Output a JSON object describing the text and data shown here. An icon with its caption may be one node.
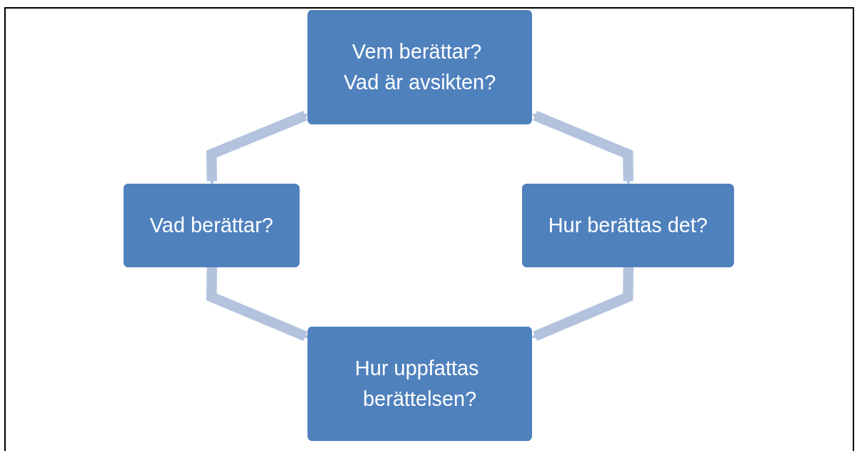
{
  "diagram": {
    "nodes": [
      {
        "text": [
          "Vem berättar? Vad är avsikten?"
        ]
      },
      {
        "text": [
          "Vad berättar?"
        ]
      },
      {
        "text": [
          "Hur berättas det?"
        ]
      },
      {
        "text": [
          "Hur uppfattas berättelsen?"
        ]
      }
    ],
    "edges": [
      {
        "from": 0,
        "to": 1,
        "arrow": "both"
      },
      {
        "from": 0,
        "to": 2,
        "arrow": "both"
      },
      {
        "from": 1,
        "to": 3,
        "arrow": "to"
      },
      {
        "from": 2,
        "to": 3,
        "arrow": "to"
      }
    ]
  }
}
